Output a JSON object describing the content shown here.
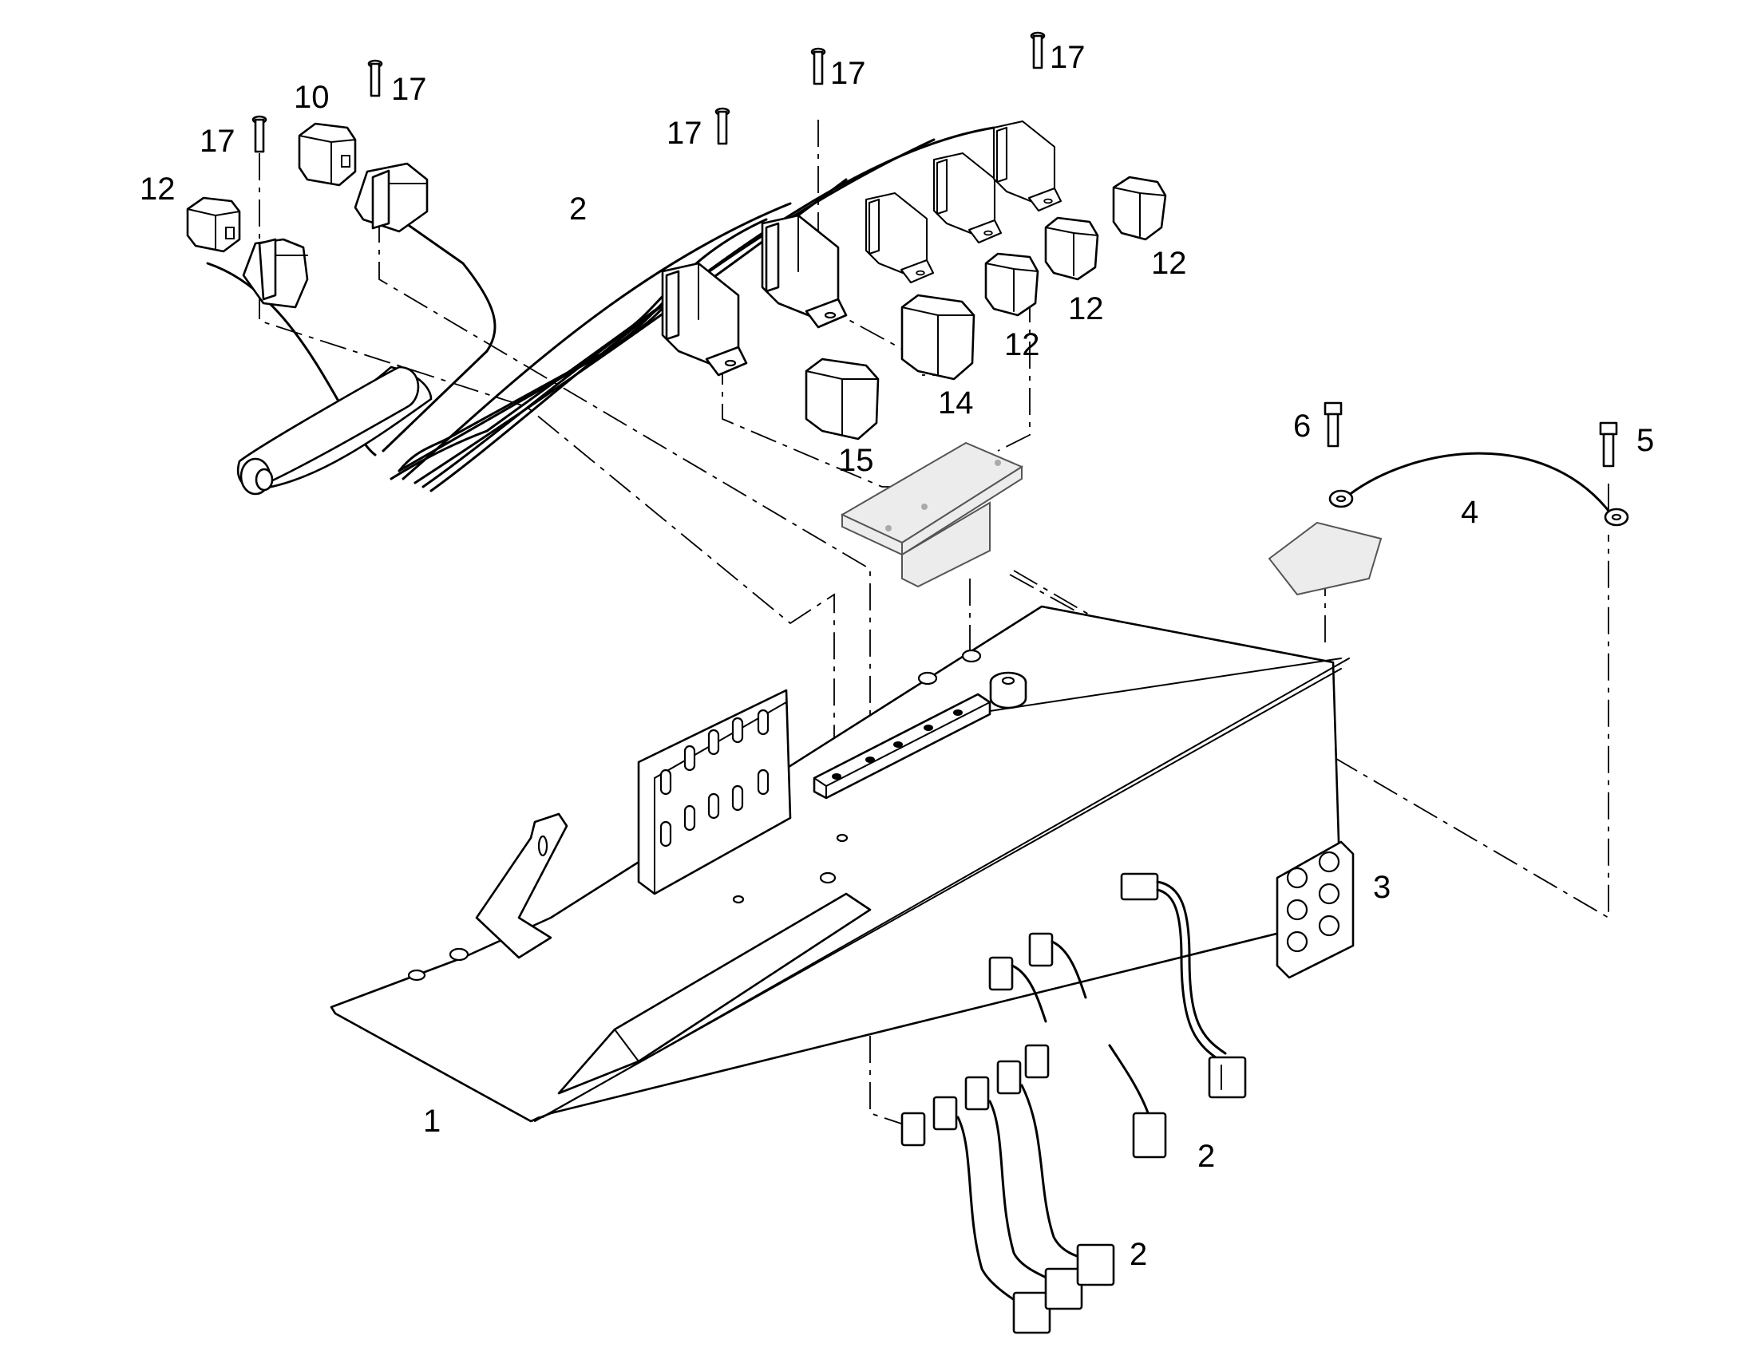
{
  "callouts": [
    {
      "id": "c-17a",
      "text": "17"
    },
    {
      "id": "c-10",
      "text": "10"
    },
    {
      "id": "c-17b",
      "text": "17"
    },
    {
      "id": "c-12a",
      "text": "12"
    },
    {
      "id": "c-2a",
      "text": "2"
    },
    {
      "id": "c-17c",
      "text": "17"
    },
    {
      "id": "c-17d",
      "text": "17"
    },
    {
      "id": "c-17e",
      "text": "17"
    },
    {
      "id": "c-12b",
      "text": "12"
    },
    {
      "id": "c-12c",
      "text": "12"
    },
    {
      "id": "c-12d",
      "text": "12"
    },
    {
      "id": "c-14",
      "text": "14"
    },
    {
      "id": "c-15",
      "text": "15"
    },
    {
      "id": "c-6",
      "text": "6"
    },
    {
      "id": "c-5",
      "text": "5"
    },
    {
      "id": "c-4",
      "text": "4"
    },
    {
      "id": "c-3",
      "text": "3"
    },
    {
      "id": "c-1",
      "text": "1"
    },
    {
      "id": "c-2b",
      "text": "2"
    },
    {
      "id": "c-2c",
      "text": "2"
    }
  ]
}
